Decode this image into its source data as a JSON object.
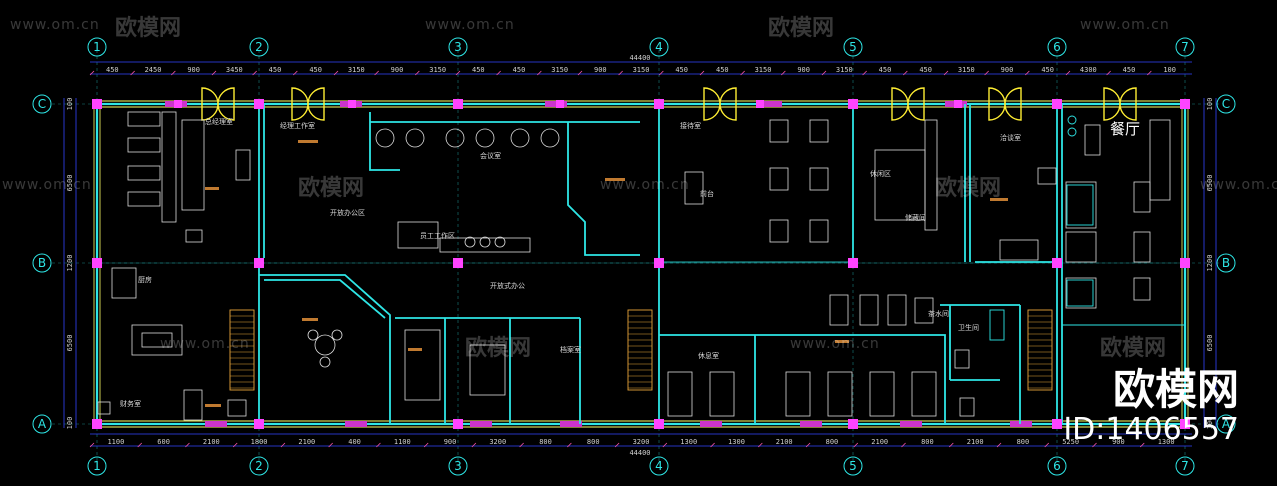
{
  "watermarks": {
    "site": "www.om.cn",
    "brand": "欧模网",
    "brand_corner": "欧模网",
    "id_label": "ID:1406557"
  },
  "grid": {
    "columns": [
      "1",
      "2",
      "3",
      "4",
      "5",
      "6",
      "7"
    ],
    "rows": [
      "C",
      "B",
      "A"
    ]
  },
  "dimensions": {
    "total_top": "44400",
    "total_bottom": "44400",
    "top": [
      "450",
      "2450",
      "900",
      "3450",
      "450",
      "450",
      "3150",
      "900",
      "3150",
      "450",
      "450",
      "3150",
      "900",
      "3150",
      "450",
      "450",
      "3150",
      "900",
      "3150",
      "450",
      "450",
      "3150",
      "900",
      "450",
      "4300",
      "450",
      "100"
    ],
    "bottom": [
      "1100",
      "600",
      "2100",
      "1800",
      "2100",
      "400",
      "1100",
      "900",
      "3200",
      "800",
      "800",
      "3200",
      "1300",
      "1300",
      "2100",
      "800",
      "2100",
      "800",
      "2100",
      "800",
      "5250",
      "900",
      "1300"
    ],
    "left": [
      "100",
      "6500",
      "1200",
      "6500",
      "100"
    ],
    "right": [
      "100",
      "6500",
      "1200",
      "6500",
      "100"
    ]
  },
  "rooms": {
    "dining": "餐厅",
    "labels": [
      "经理工作室",
      "总经理室",
      "会议室",
      "开放式办公",
      "接待室",
      "厨房",
      "休息室",
      "员工工作区",
      "茶水间",
      "卫生间",
      "储藏间",
      "前台",
      "休闲区",
      "开放办公区",
      "洽谈室",
      "档案室",
      "财务室"
    ]
  },
  "colors": {
    "wall": "#2ee6e6",
    "axis": "#2ee6e6",
    "dimension": "#3344ff",
    "column": "#ff44ff",
    "door": "#ffee33",
    "window": "#ffff66",
    "stair": "#e8a53a",
    "furniture": "#dddddd"
  }
}
